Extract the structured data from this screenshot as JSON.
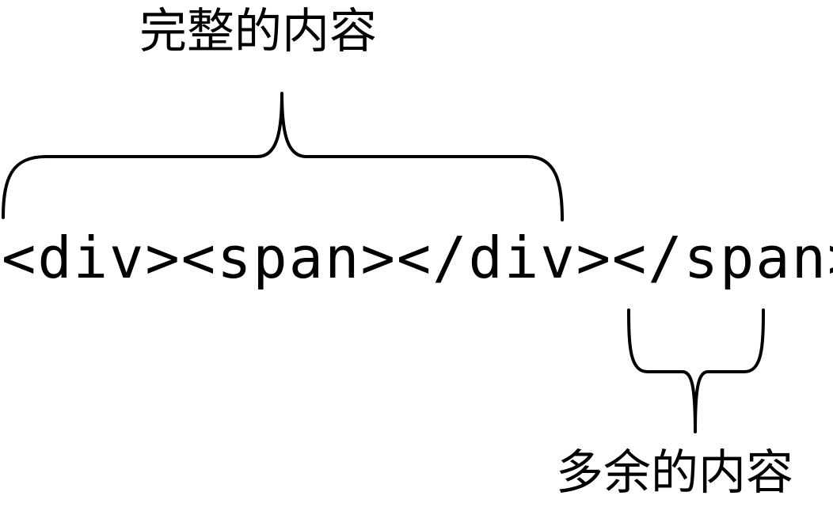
{
  "diagram": {
    "top_label": "完整的内容",
    "code": "<div><span></div></span>",
    "bottom_label": "多余的内容"
  }
}
